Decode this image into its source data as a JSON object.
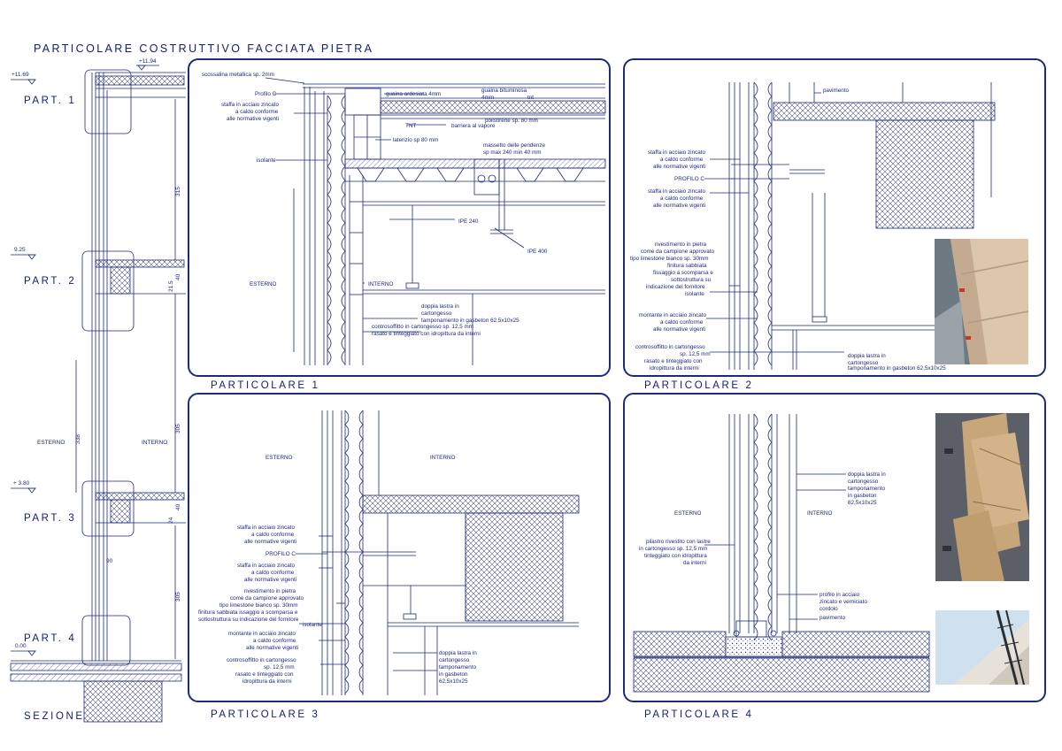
{
  "title": "PARTICOLARE COSTRUTTIVO FACCIATA PIETRA",
  "section": {
    "caption": "SEZIONE",
    "part_labels": [
      "PART. 1",
      "PART. 2",
      "PART. 3",
      "PART. 4"
    ],
    "level_marks": [
      "+11.69",
      "+11.94",
      "9.25",
      "+ 3.80",
      "0.00"
    ],
    "dimensions": [
      "315",
      "21.5",
      "40",
      "338",
      "305",
      "40",
      "24",
      "90",
      "305"
    ],
    "side_labels": {
      "exterior": "ESTERNO",
      "interior": "INTERNO"
    }
  },
  "details": [
    {
      "caption": "PARTICOLARE 1",
      "labels": {
        "scossalina": "scossalina metallica sp. 2mm",
        "profilo": "Profilo C",
        "staffa": [
          "staffa in acciaio zincato",
          "a caldo conforme",
          "alle normative vigenti"
        ],
        "isolante": "isolante",
        "esterno": "ESTERNO",
        "interno": "INTERNO",
        "guaina_ard": "guaina ardesiata 4mm",
        "guaina_bit": [
          "guaina bituminosa",
          "4mm"
        ],
        "tnt_top": "tnt",
        "polistirene": "polistirene sp. 80 mm",
        "tnt": "TNT",
        "barriera": "barriera al vapore",
        "laterizio": "laterizio sp 80 mm",
        "massetto": [
          "massetto delle pendenze",
          "sp max 240 min 40 mm"
        ],
        "ipe240": "IPE 240",
        "ipe400": "IPE 400",
        "doppia": [
          "doppia lastra in",
          "cartongesso"
        ],
        "tamponamento": "tamponamento in gasbeton 62,5x10x25",
        "controsoffitto": [
          "controsoffitto in cartongesso sp. 12,5 mm",
          "rasato e tinteggiato con idropittura da interni"
        ]
      }
    },
    {
      "caption": "PARTICOLARE 2",
      "labels": {
        "pavimento": "pavimento",
        "staffa1": [
          "staffa in acciaio zincato",
          "a caldo conforme",
          "alle normative vigenti"
        ],
        "profilo": "PROFILO C",
        "staffa2": [
          "staffa in acciaio zincato",
          "a caldo conforme",
          "alle normative vigenti"
        ],
        "rivestimento": [
          "rivestimento in pietra",
          "come da campione approvato",
          "tipo limestone bianco sp. 30mm",
          "finitura sabbiata",
          "fissaggio a scomparsa e",
          "sottostruttura su",
          "indicazione del fornitore"
        ],
        "isolante": "isolante",
        "montante": [
          "montante in acciaio zincato",
          "a caldo conforme",
          "alle normative vigenti"
        ],
        "controsoffitto": [
          "controsoffitto in cartongesso",
          "sp. 12,5 mm",
          "rasato e tinteggiato con",
          "idropittura da interni"
        ],
        "doppia": [
          "doppia lastra in",
          "cartongesso"
        ],
        "tamponamento": "tamponamento in gasbeton 62,5x10x25"
      }
    },
    {
      "caption": "PARTICOLARE 3",
      "labels": {
        "esterno": "ESTERNO",
        "interno": "INTERNO",
        "staffa1": [
          "staffa in acciaio zincato",
          "a caldo conforme",
          "alle normative vigenti"
        ],
        "profilo": "PROFILO C",
        "staffa2": [
          "staffa in acciaio zincato",
          "a caldo conforme",
          "alle normative vigenti"
        ],
        "rivestimento": [
          "rivestimento in pietra",
          "come da campione approvato",
          "tipo limestone bianco sp. 30mm",
          "finitura sabbiata issaggio a scomparsa e",
          "sottostruttura su indicazione del fornitore"
        ],
        "isolante": "isolante",
        "montante": [
          "montante in acciaio zincato",
          "a caldo conforme",
          "alle normative vigenti"
        ],
        "controsoffitto": [
          "controsoffitto in cartongesso",
          "sp. 12,5 mm",
          "rasato e tinteggiato con",
          "idropittura da interni"
        ],
        "doppia": [
          "doppia lastra in",
          "cartongesso"
        ],
        "tamponamento": [
          "tamponamento",
          "in gasbeton",
          "62,5x10x25"
        ]
      }
    },
    {
      "caption": "PARTICOLARE 4",
      "labels": {
        "esterno": "ESTERNO",
        "interno": "INTERNO",
        "doppia": [
          "doppia lastra in",
          "cartongesso"
        ],
        "tamponamento": [
          "tamponamento",
          "in gasbeton",
          "62,5x10x25"
        ],
        "pilastro": [
          "pilastro rivestito con lastre",
          "in cartongesso sp. 12,5 mm",
          "tinteggiato con idropittura",
          "da interni"
        ],
        "profilo": [
          "profilo in acciaio",
          "zincato e verniciato",
          "cordolo"
        ],
        "pavimento": "pavimento"
      }
    }
  ],
  "colors": {
    "line": "#1d2a7a",
    "panel_border": "#1d2a7a",
    "title": "#15206e",
    "stone": "#d8c2a8",
    "travertine": "#c7a77a",
    "sky": "#cfe0ef"
  }
}
